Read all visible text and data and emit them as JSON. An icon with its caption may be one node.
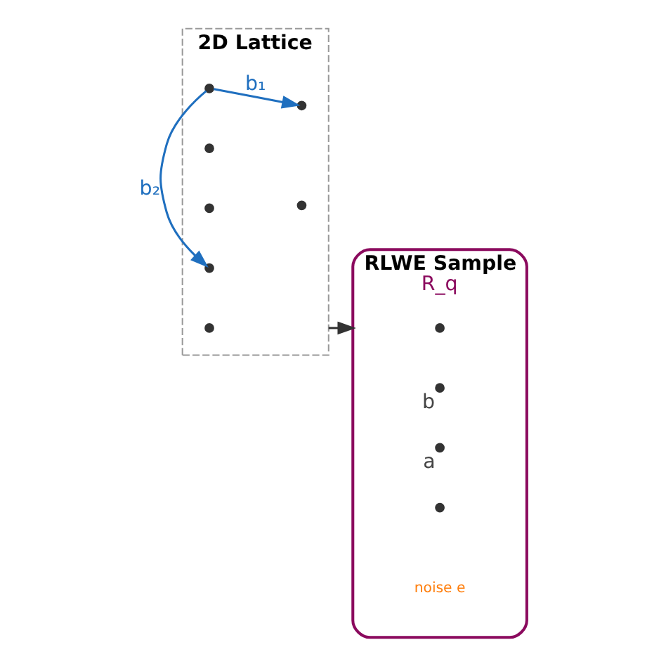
{
  "diagram": {
    "nodes": [
      {
        "text": [
          "2D Lattice"
        ]
      },
      {
        "text": [],
        "shape": "circle",
        "in": 0
      },
      {
        "text": [],
        "shape": "circle",
        "in": 0
      },
      {
        "text": [],
        "shape": "circle",
        "in": 0
      },
      {
        "text": [],
        "shape": "circle",
        "in": 0
      },
      {
        "text": [],
        "shape": "circle",
        "in": 0
      },
      {
        "text": [],
        "shape": "circle",
        "in": 0
      },
      {
        "text": [],
        "shape": "circle",
        "in": 0
      },
      {
        "text": [
          "RLWE Sample",
          "R_q"
        ]
      },
      {
        "text": [],
        "shape": "circle",
        "in": 8
      },
      {
        "text": [],
        "shape": "circle",
        "in": 8,
        "beside": [
          "b"
        ]
      },
      {
        "text": [],
        "shape": "circle",
        "in": 8,
        "beside": [
          "a"
        ]
      },
      {
        "text": [],
        "shape": "circle",
        "in": 8
      }
    ],
    "edges": [
      {
        "from": 4,
        "to": 5,
        "arrow": "to",
        "label": "b₁",
        "color": "#1f6fbf"
      },
      {
        "from": 4,
        "to": 6,
        "arrow": "to",
        "label": "b₂",
        "color": "#1f6fbf"
      },
      {
        "from": 0,
        "to": 8,
        "arrow": "to",
        "color": "#333333"
      }
    ],
    "labels": [
      "noise e"
    ]
  }
}
